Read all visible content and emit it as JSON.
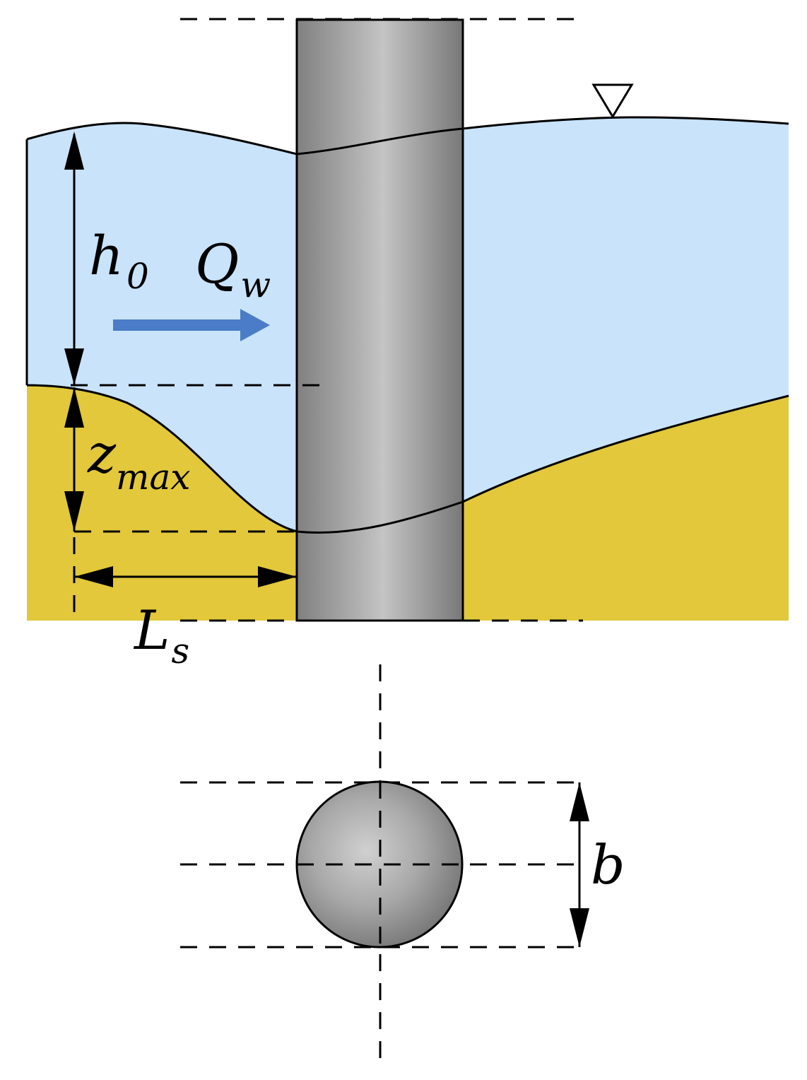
{
  "labels": {
    "h": "h",
    "h_sub": "0",
    "q": "Q",
    "q_sub": "w",
    "z": "z",
    "z_sub": "max",
    "l": "L",
    "l_sub": "s",
    "b": "b"
  },
  "colors": {
    "water": "#c9e3fb",
    "sediment": "#e2c83a",
    "pier_dark": "#7b7b7b",
    "pier_light": "#c3c3c3",
    "flow_arrow": "#4a7cc7",
    "line": "#000000"
  },
  "icons": {
    "water_surface_marker": "inverted-triangle-icon",
    "flow_direction": "arrow-right-icon"
  }
}
